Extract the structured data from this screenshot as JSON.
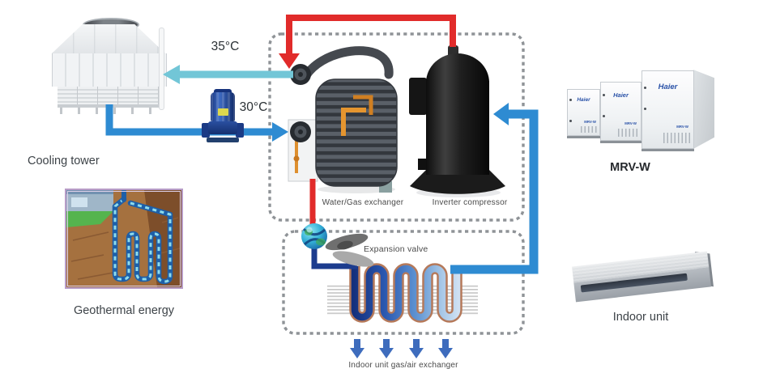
{
  "temperatures": {
    "outlet": "35°C",
    "inlet": "30°C"
  },
  "labels": {
    "cooling_tower": "Cooling tower",
    "geothermal_energy": "Geothermal energy",
    "water_gas_exchanger": "Water/Gas exchanger",
    "inverter_compressor": "Inverter compressor",
    "expansion_valve": "Expansion valve",
    "indoor_gas_air_exchanger": "Indoor unit gas/air exchanger",
    "outdoor_unit_model": "MRV-W",
    "indoor_unit": "Indoor unit"
  },
  "brand": {
    "name": "Haier",
    "model_badge": "MRV-W"
  },
  "colors": {
    "hot_gas_pipe": "#e12b2a",
    "warm_water_pipe": "#72c6d7",
    "cool_water_pipe": "#2e8bd2",
    "liquid_refrigerant_pipe": "#1c3c8e",
    "dashed_enclosure": "#8f9397",
    "brand_blue": "#2a52a8",
    "coil_outline_copper": "#b5795a"
  }
}
